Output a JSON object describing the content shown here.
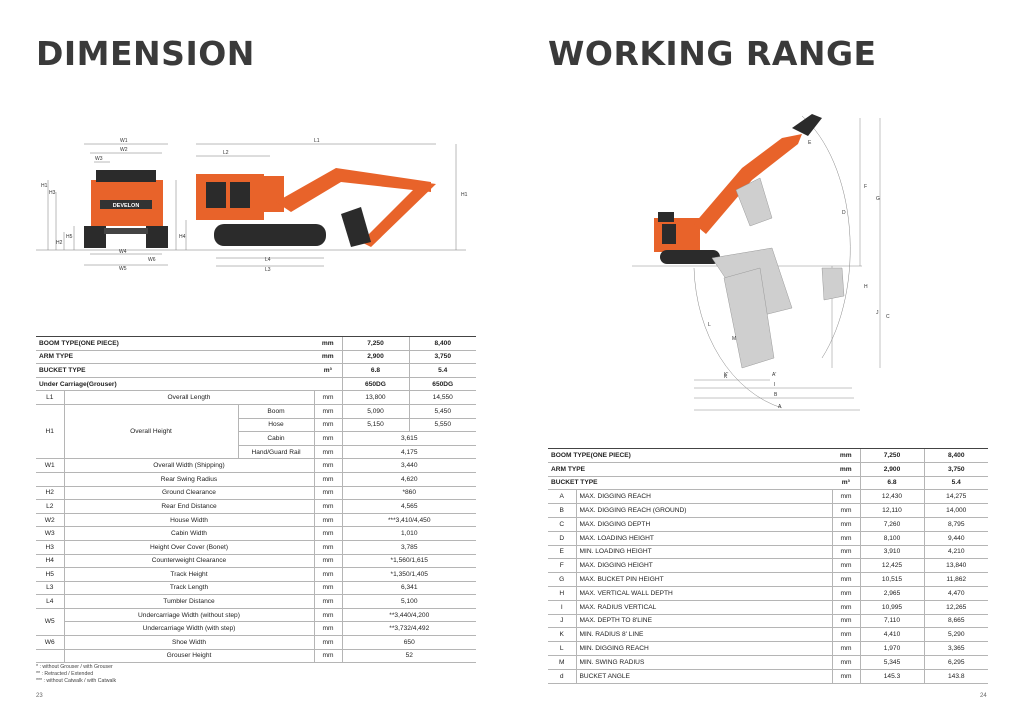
{
  "titles": {
    "dimension": "DIMENSION",
    "working_range": "WORKING RANGE"
  },
  "brand": "DEVELON",
  "dimension_diagram": {
    "labels": [
      "W1",
      "W2",
      "W3",
      "H1",
      "H3",
      "H2",
      "H5",
      "W4",
      "W5",
      "W6",
      "L1",
      "L2",
      "H4",
      "L4",
      "L3",
      "H1"
    ]
  },
  "working_range_diagram": {
    "labels": [
      "E",
      "F",
      "G",
      "D",
      "A",
      "B",
      "I",
      "L",
      "K",
      "M",
      "H",
      "J",
      "C",
      "A'",
      "K'"
    ]
  },
  "dimension_table": {
    "header": [
      {
        "label": "BOOM TYPE(ONE PIECE)",
        "unit": "mm",
        "v1": "7,250",
        "v2": "8,400"
      },
      {
        "label": "ARM TYPE",
        "unit": "mm",
        "v1": "2,900",
        "v2": "3,750"
      },
      {
        "label": "BUCKET TYPE",
        "unit": "m³",
        "v1": "6.8",
        "v2": "5.4"
      },
      {
        "label": "Under Carriage(Grouser)",
        "unit": "",
        "v1": "650DG",
        "v2": "650DG"
      }
    ],
    "rows": {
      "l1": {
        "code": "L1",
        "name": "Overall Length",
        "unit": "mm",
        "v1": "13,800",
        "v2": "14,550"
      },
      "h1": {
        "code": "H1",
        "name": "Overall Height",
        "boom": {
          "sub": "Boom",
          "unit": "mm",
          "v1": "5,090",
          "v2": "5,450"
        },
        "hose": {
          "sub": "Hose",
          "unit": "mm",
          "v1": "5,150",
          "v2": "5,550"
        },
        "cabin": {
          "sub": "Cabin",
          "unit": "mm",
          "v": "3,615"
        },
        "rail": {
          "sub": "Hand/Guard Rail",
          "unit": "mm",
          "v": "4,175"
        }
      },
      "w1": {
        "code": "W1",
        "name": "Overall Width (Shipping)",
        "unit": "mm",
        "v": "3,440"
      },
      "rsr": {
        "code": "",
        "name": "Rear Swing Radius",
        "unit": "mm",
        "v": "4,620"
      },
      "h2": {
        "code": "H2",
        "name": "Ground Clearance",
        "unit": "mm",
        "v": "*860"
      },
      "l2": {
        "code": "L2",
        "name": "Rear End Distance",
        "unit": "mm",
        "v": "4,565"
      },
      "w2": {
        "code": "W2",
        "name": "House Width",
        "unit": "mm",
        "v": "***3,410/4,450"
      },
      "w3": {
        "code": "W3",
        "name": "Cabin Width",
        "unit": "mm",
        "v": "1,010"
      },
      "h3": {
        "code": "H3",
        "name": "Height Over Cover (Bonet)",
        "unit": "mm",
        "v": "3,785"
      },
      "h4": {
        "code": "H4",
        "name": "Counterweight Clearance",
        "unit": "mm",
        "v": "*1,560/1,615"
      },
      "h5": {
        "code": "H5",
        "name": "Track Height",
        "unit": "mm",
        "v": "*1,350/1,405"
      },
      "l3": {
        "code": "L3",
        "name": "Track Length",
        "unit": "mm",
        "v": "6,341"
      },
      "l4": {
        "code": "L4",
        "name": "Tumbler Distance",
        "unit": "mm",
        "v": "5,100"
      },
      "w5": {
        "code": "W5",
        "a": {
          "name": "Undercarriage Width (without step)",
          "unit": "mm",
          "v": "**3,440/4,200"
        },
        "b": {
          "name": "Undercarriage Width (with step)",
          "unit": "mm",
          "v": "**3,732/4,492"
        }
      },
      "w6": {
        "code": "W6",
        "name": "Shoe Width",
        "unit": "mm",
        "v": "650"
      },
      "gh": {
        "code": "",
        "name": "Grouser Height",
        "unit": "mm",
        "v": "52"
      }
    }
  },
  "footnotes": [
    "* : without Grouser / with Grouser",
    "** : Retracted / Extended",
    "*** : without Catwalk / with Catwalk"
  ],
  "working_range_table": {
    "header": [
      {
        "label": "BOOM TYPE(ONE PIECE)",
        "unit": "mm",
        "v1": "7,250",
        "v2": "8,400"
      },
      {
        "label": "ARM TYPE",
        "unit": "mm",
        "v1": "2,900",
        "v2": "3,750"
      },
      {
        "label": "BUCKET TYPE",
        "unit": "m³",
        "v1": "6.8",
        "v2": "5.4"
      }
    ],
    "rows": [
      {
        "code": "A",
        "name": "MAX. DIGGING REACH",
        "unit": "mm",
        "v1": "12,430",
        "v2": "14,275"
      },
      {
        "code": "B",
        "name": "MAX. DIGGING REACH (GROUND)",
        "unit": "mm",
        "v1": "12,110",
        "v2": "14,000"
      },
      {
        "code": "C",
        "name": "MAX. DIGGING DEPTH",
        "unit": "mm",
        "v1": "7,260",
        "v2": "8,795"
      },
      {
        "code": "D",
        "name": "MAX. LOADING HEIGHT",
        "unit": "mm",
        "v1": "8,100",
        "v2": "9,440"
      },
      {
        "code": "E",
        "name": "MIN. LOADING HEIGHT",
        "unit": "mm",
        "v1": "3,910",
        "v2": "4,210"
      },
      {
        "code": "F",
        "name": "MAX. DIGGING HEIGHT",
        "unit": "mm",
        "v1": "12,425",
        "v2": "13,840"
      },
      {
        "code": "G",
        "name": "MAX. BUCKET PIN HEIGHT",
        "unit": "mm",
        "v1": "10,515",
        "v2": "11,862"
      },
      {
        "code": "H",
        "name": "MAX. VERTICAL WALL DEPTH",
        "unit": "mm",
        "v1": "2,965",
        "v2": "4,470"
      },
      {
        "code": "I",
        "name": "MAX. RADIUS VERTICAL",
        "unit": "mm",
        "v1": "10,995",
        "v2": "12,265"
      },
      {
        "code": "J",
        "name": "MAX. DEPTH TO 8'LINE",
        "unit": "mm",
        "v1": "7,110",
        "v2": "8,665"
      },
      {
        "code": "K",
        "name": "MIN. RADIUS 8' LINE",
        "unit": "mm",
        "v1": "4,410",
        "v2": "5,290"
      },
      {
        "code": "L",
        "name": "MIN. DIGGING REACH",
        "unit": "mm",
        "v1": "1,970",
        "v2": "3,365"
      },
      {
        "code": "M",
        "name": "MIN. SWING RADIUS",
        "unit": "mm",
        "v1": "5,345",
        "v2": "6,295"
      },
      {
        "code": "d",
        "name": "BUCKET ANGLE",
        "unit": "mm",
        "v1": "145.3",
        "v2": "143.8"
      }
    ]
  },
  "page_numbers": {
    "left": "23",
    "right": "24"
  },
  "colors": {
    "machine_orange": "#e8632a",
    "machine_dark": "#2b2b2b",
    "title": "#3a3a3a"
  }
}
